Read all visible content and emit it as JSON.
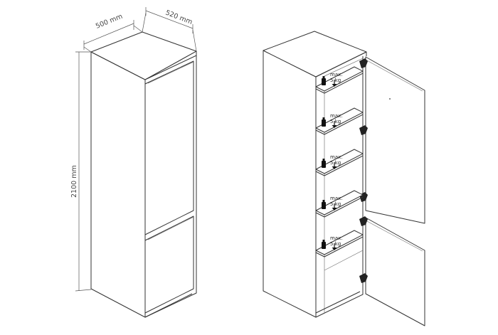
{
  "dimensions": {
    "width": "500 mm",
    "depth": "520 mm",
    "height": "2100 mm"
  },
  "shelf_load": {
    "line1": "max.",
    "line2": "5 kg"
  },
  "shelf_count": 5
}
